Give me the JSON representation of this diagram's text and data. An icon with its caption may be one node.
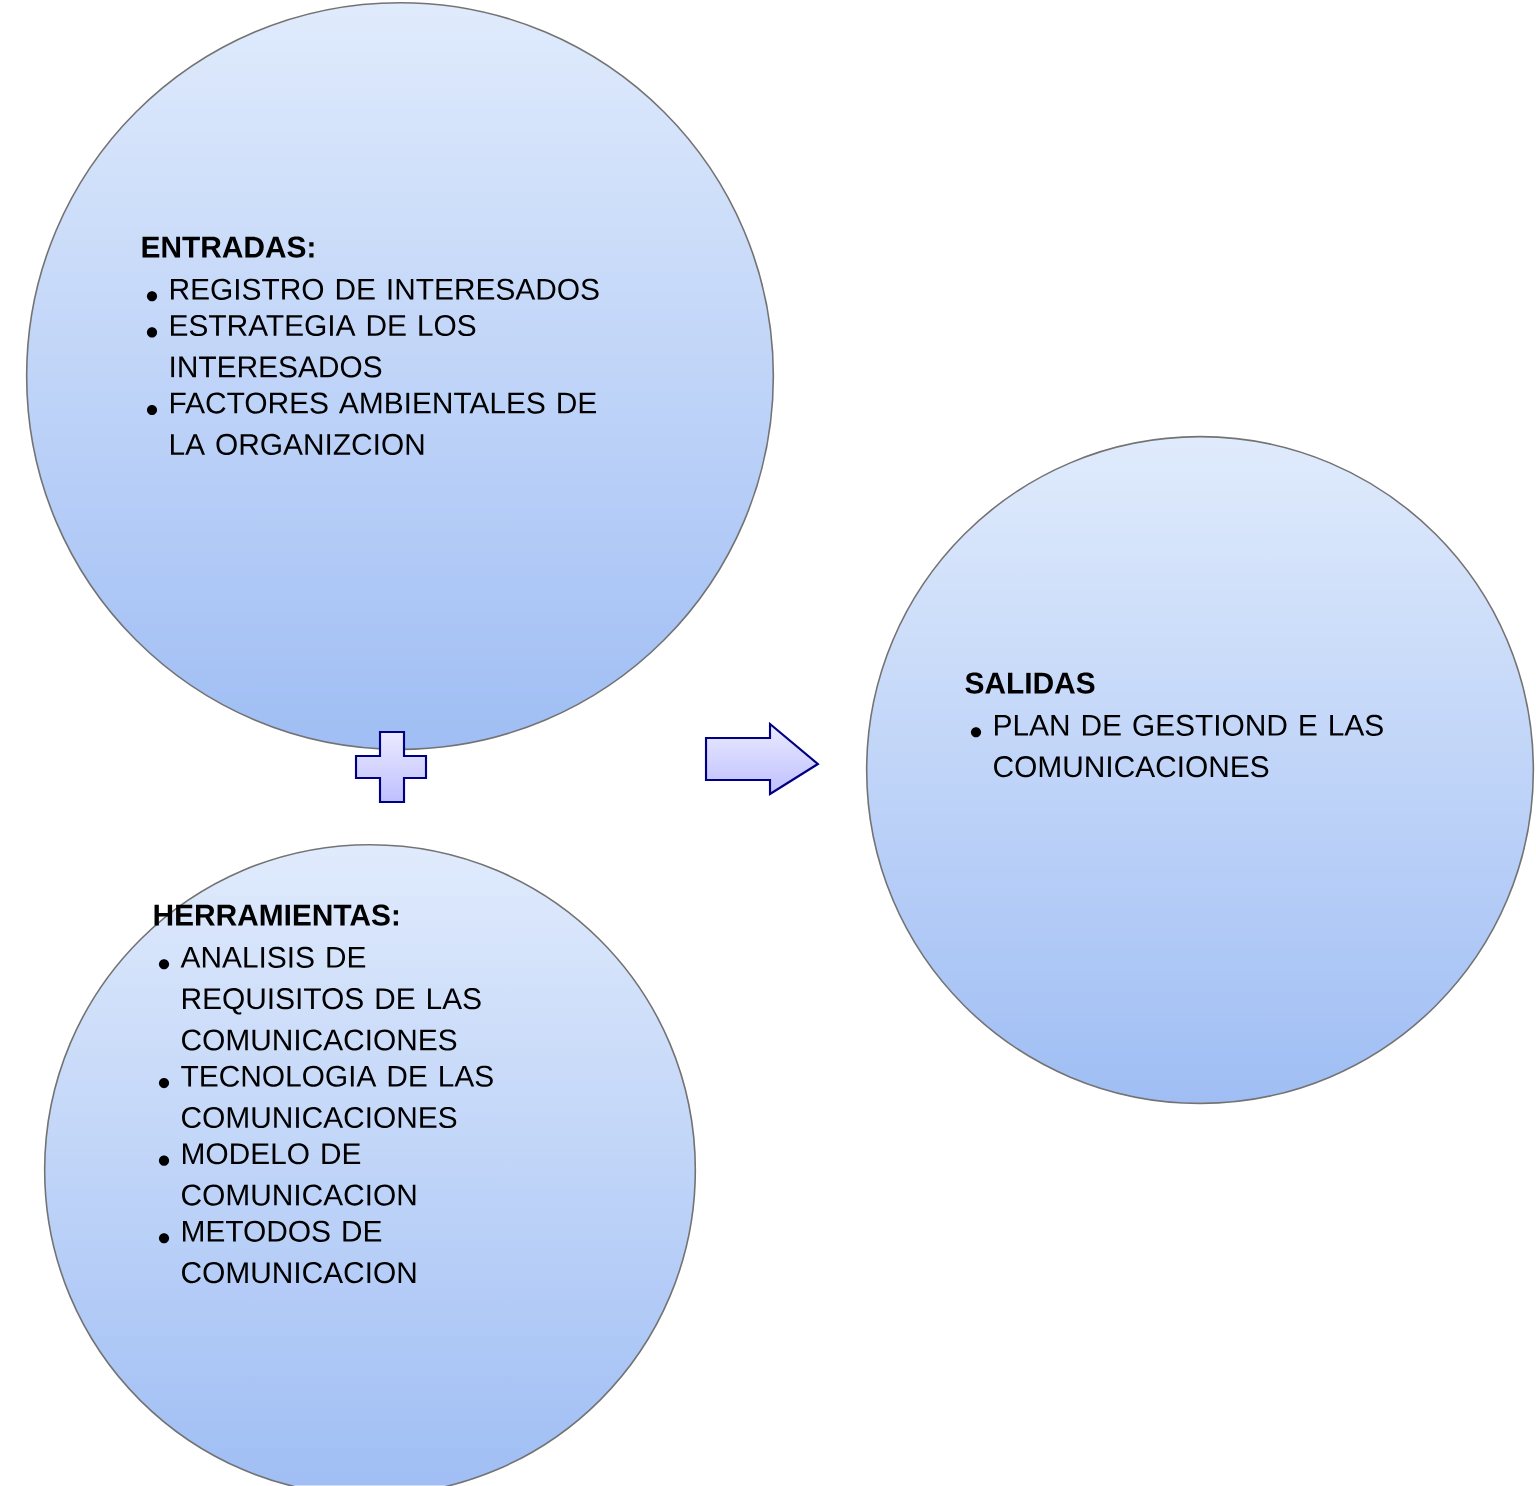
{
  "diagram": {
    "nodes": [
      {
        "text": [
          "ENTRADAS:",
          "REGISTRO DE INTERESADOS",
          "ESTRATEGIA DE LOS INTERESADOS",
          "FACTORES AMBIENTALES DE LA ORGANIZCION"
        ]
      },
      {
        "text": [
          "HERRAMIENTAS:",
          "ANALISIS DE REQUISITOS DE LAS COMUNICACIONES",
          "TECNOLOGIA DE LAS COMUNICACIONES",
          "MODELO DE COMUNICACION",
          "METODOS DE COMUNICACION"
        ]
      },
      {
        "text": [
          "SALIDAS",
          "PLAN DE GESTIOND E LAS COMUNICACIONES"
        ]
      }
    ],
    "edges": [
      {
        "from": 0,
        "to": 2,
        "arrow": "to"
      },
      {
        "from": 1,
        "to": 2,
        "arrow": "to"
      }
    ]
  }
}
